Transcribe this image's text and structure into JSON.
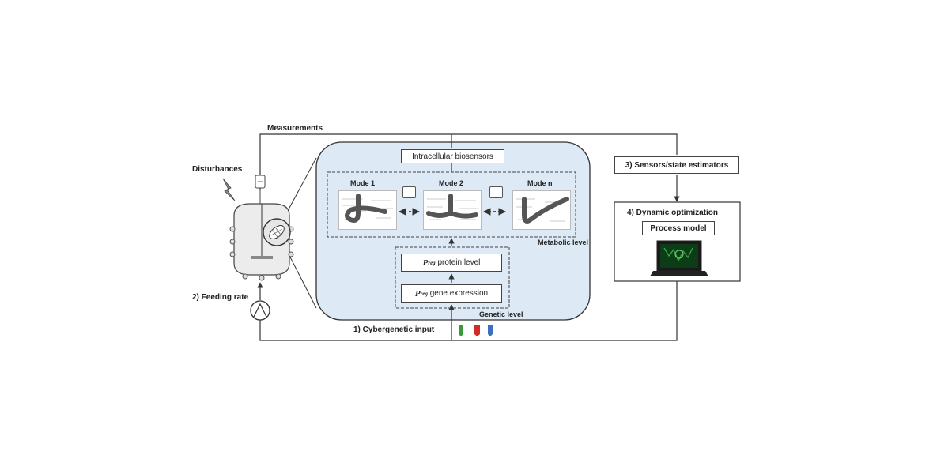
{
  "labels": {
    "measurements": "Measurements",
    "disturbances": "Disturbances",
    "feeding_rate": "2) Feeding rate",
    "cybergenetic_input": "1) Cybergenetic input",
    "sensors": "3) Sensors/state estimators",
    "dynamic_optimization": "4) Dynamic optimization",
    "process_model": "Process model",
    "intracellular_biosensors": "Intracellular biosensors",
    "metabolic_level": "Metabolic level",
    "genetic_level": "Genetic level"
  },
  "modes": [
    {
      "label": "Mode 1"
    },
    {
      "label": "Mode 2"
    },
    {
      "label": "Mode n"
    }
  ],
  "genetic": {
    "protein": {
      "symbol": "P",
      "subscript": "reg",
      "text": "protein level"
    },
    "gene": {
      "symbol": "P",
      "subscript": "reg",
      "text": "gene expression"
    }
  },
  "colors": {
    "cell_fill": "#dde9f5",
    "line": "#333333",
    "screen_green": "#3aa84a",
    "marker_green": "#3a9a3a",
    "marker_red": "#d42a2a",
    "marker_blue": "#3a6fc4"
  },
  "icons": [
    "lightning-icon",
    "pump-icon",
    "sensor-probe-icon",
    "bioreactor-icon",
    "cell-icon",
    "laptop-icon",
    "light-marker-icon"
  ]
}
